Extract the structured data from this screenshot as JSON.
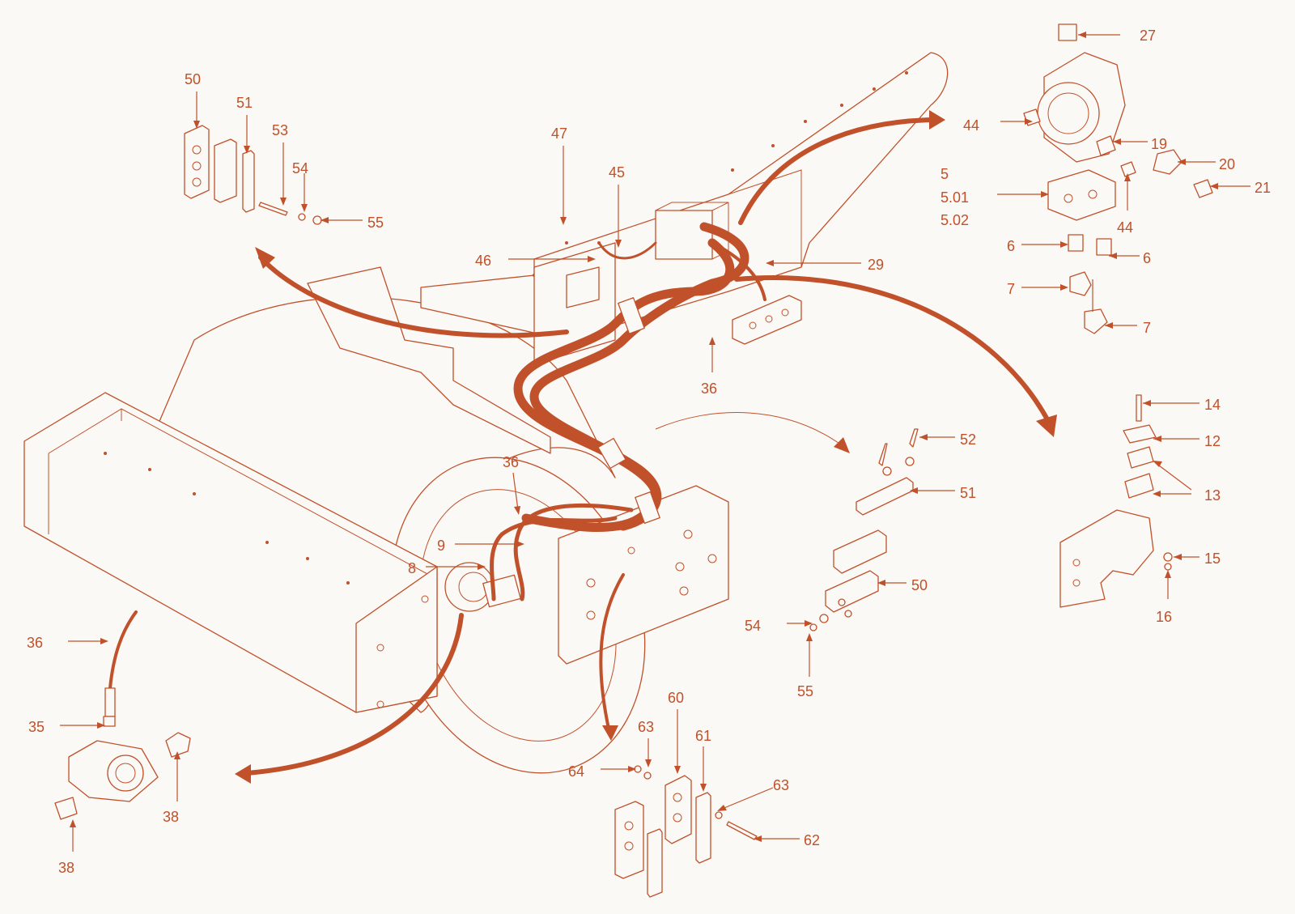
{
  "colors": {
    "line": "#c0512a",
    "background": "#fbf9f6"
  },
  "callouts": [
    {
      "id": "c27",
      "text": "27"
    },
    {
      "id": "c44a",
      "text": "44"
    },
    {
      "id": "c19",
      "text": "19"
    },
    {
      "id": "c20",
      "text": "20"
    },
    {
      "id": "c21",
      "text": "21"
    },
    {
      "id": "c5",
      "text": "5"
    },
    {
      "id": "c501",
      "text": "5.01"
    },
    {
      "id": "c502",
      "text": "5.02"
    },
    {
      "id": "c44b",
      "text": "44"
    },
    {
      "id": "c6a",
      "text": "6"
    },
    {
      "id": "c6b",
      "text": "6"
    },
    {
      "id": "c7a",
      "text": "7"
    },
    {
      "id": "c7b",
      "text": "7"
    },
    {
      "id": "c50a",
      "text": "50"
    },
    {
      "id": "c51a",
      "text": "51"
    },
    {
      "id": "c53",
      "text": "53"
    },
    {
      "id": "c54a",
      "text": "54"
    },
    {
      "id": "c55a",
      "text": "55"
    },
    {
      "id": "c47",
      "text": "47"
    },
    {
      "id": "c45",
      "text": "45"
    },
    {
      "id": "c46",
      "text": "46"
    },
    {
      "id": "c29",
      "text": "29"
    },
    {
      "id": "c36a",
      "text": "36"
    },
    {
      "id": "c14",
      "text": "14"
    },
    {
      "id": "c12",
      "text": "12"
    },
    {
      "id": "c13",
      "text": "13"
    },
    {
      "id": "c15",
      "text": "15"
    },
    {
      "id": "c16",
      "text": "16"
    },
    {
      "id": "c52",
      "text": "52"
    },
    {
      "id": "c51b",
      "text": "51"
    },
    {
      "id": "c50b",
      "text": "50"
    },
    {
      "id": "c54b",
      "text": "54"
    },
    {
      "id": "c55b",
      "text": "55"
    },
    {
      "id": "c36b",
      "text": "36"
    },
    {
      "id": "c9",
      "text": "9"
    },
    {
      "id": "c8",
      "text": "8"
    },
    {
      "id": "c36c",
      "text": "36"
    },
    {
      "id": "c35",
      "text": "35"
    },
    {
      "id": "c38a",
      "text": "38"
    },
    {
      "id": "c38b",
      "text": "38"
    },
    {
      "id": "c60",
      "text": "60"
    },
    {
      "id": "c63a",
      "text": "63"
    },
    {
      "id": "c61",
      "text": "61"
    },
    {
      "id": "c64",
      "text": "64"
    },
    {
      "id": "c63b",
      "text": "63"
    },
    {
      "id": "c62",
      "text": "62"
    }
  ]
}
